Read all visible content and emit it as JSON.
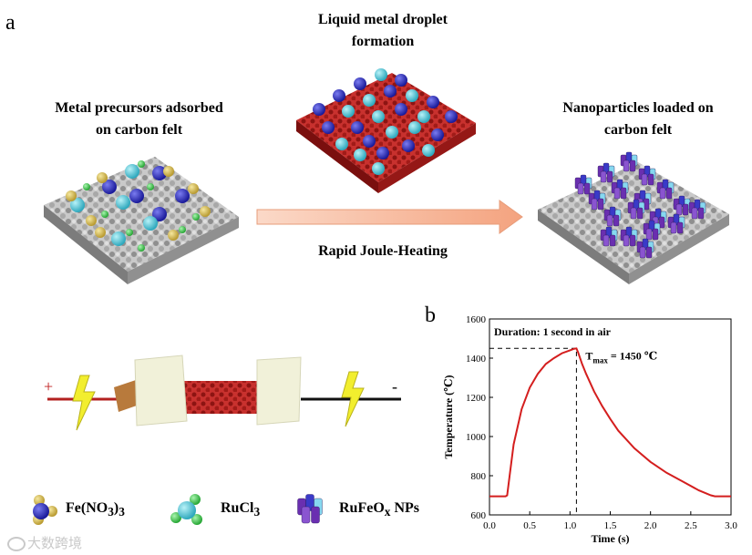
{
  "panel_a_letter": "a",
  "panel_b_letter": "b",
  "steps": {
    "top_label_line1": "Liquid metal droplet",
    "top_label_line2": "formation",
    "left_label_line1": "Metal precursors adsorbed",
    "left_label_line2": "on carbon felt",
    "right_label_line1": "Nanoparticles loaded on",
    "right_label_line2": "carbon felt",
    "arrow_label": "Rapid Joule-Heating"
  },
  "circuit": {
    "plus": "+",
    "minus": "-"
  },
  "legend": {
    "fe_main": "Fe(NO",
    "fe_sub1": "3",
    "fe_mid": ")",
    "fe_sub2": "3",
    "ru_main": "RuCl",
    "ru_sub": "3",
    "np_main": "RuFeO",
    "np_sub": "x",
    "np_tail": " NPs"
  },
  "watermark": "大数跨境",
  "colors": {
    "felt_gray": "#9a9a9a",
    "felt_red": "#b3201f",
    "droplet_blue": "#2a2ab8",
    "droplet_cyan": "#46c8d8",
    "precursor_yellow": "#d8c050",
    "precursor_green": "#3fcf4f",
    "arrow_fill": "#f6b496",
    "np_purple": "#6a2fb0",
    "curve_red": "#d41e1e",
    "bolt_yellow": "#f2ee2e",
    "clamp_brown": "#b87a3c"
  },
  "chart_data": {
    "type": "line",
    "xlabel": "Time (s)",
    "ylabel": "Temperature (℃)",
    "xlim": [
      0.0,
      3.0
    ],
    "ylim": [
      600,
      1600
    ],
    "xticks": [
      "0.0",
      "0.5",
      "1.0",
      "1.5",
      "2.0",
      "2.5",
      "3.0"
    ],
    "yticks": [
      "600",
      "800",
      "1000",
      "1200",
      "1400",
      "1600"
    ],
    "annotation_duration": "Duration: 1 second in air",
    "annotation_tmax_main": "T",
    "annotation_tmax_sub": "max",
    "annotation_tmax_tail": " = 1450 ℃",
    "tmax_point": {
      "x": 1.08,
      "y": 1450
    },
    "series": [
      {
        "x": [
          0.0,
          0.2,
          0.22,
          0.25,
          0.3,
          0.4,
          0.5,
          0.6,
          0.7,
          0.8,
          0.9,
          1.0,
          1.05,
          1.08,
          1.1,
          1.15,
          1.2,
          1.3,
          1.4,
          1.5,
          1.6,
          1.8,
          2.0,
          2.2,
          2.4,
          2.6,
          2.75,
          2.8,
          3.0
        ],
        "y": [
          695,
          695,
          700,
          800,
          960,
          1140,
          1250,
          1320,
          1370,
          1400,
          1425,
          1440,
          1448,
          1450,
          1430,
          1370,
          1320,
          1230,
          1155,
          1090,
          1030,
          940,
          870,
          815,
          770,
          725,
          700,
          695,
          695
        ]
      }
    ]
  }
}
